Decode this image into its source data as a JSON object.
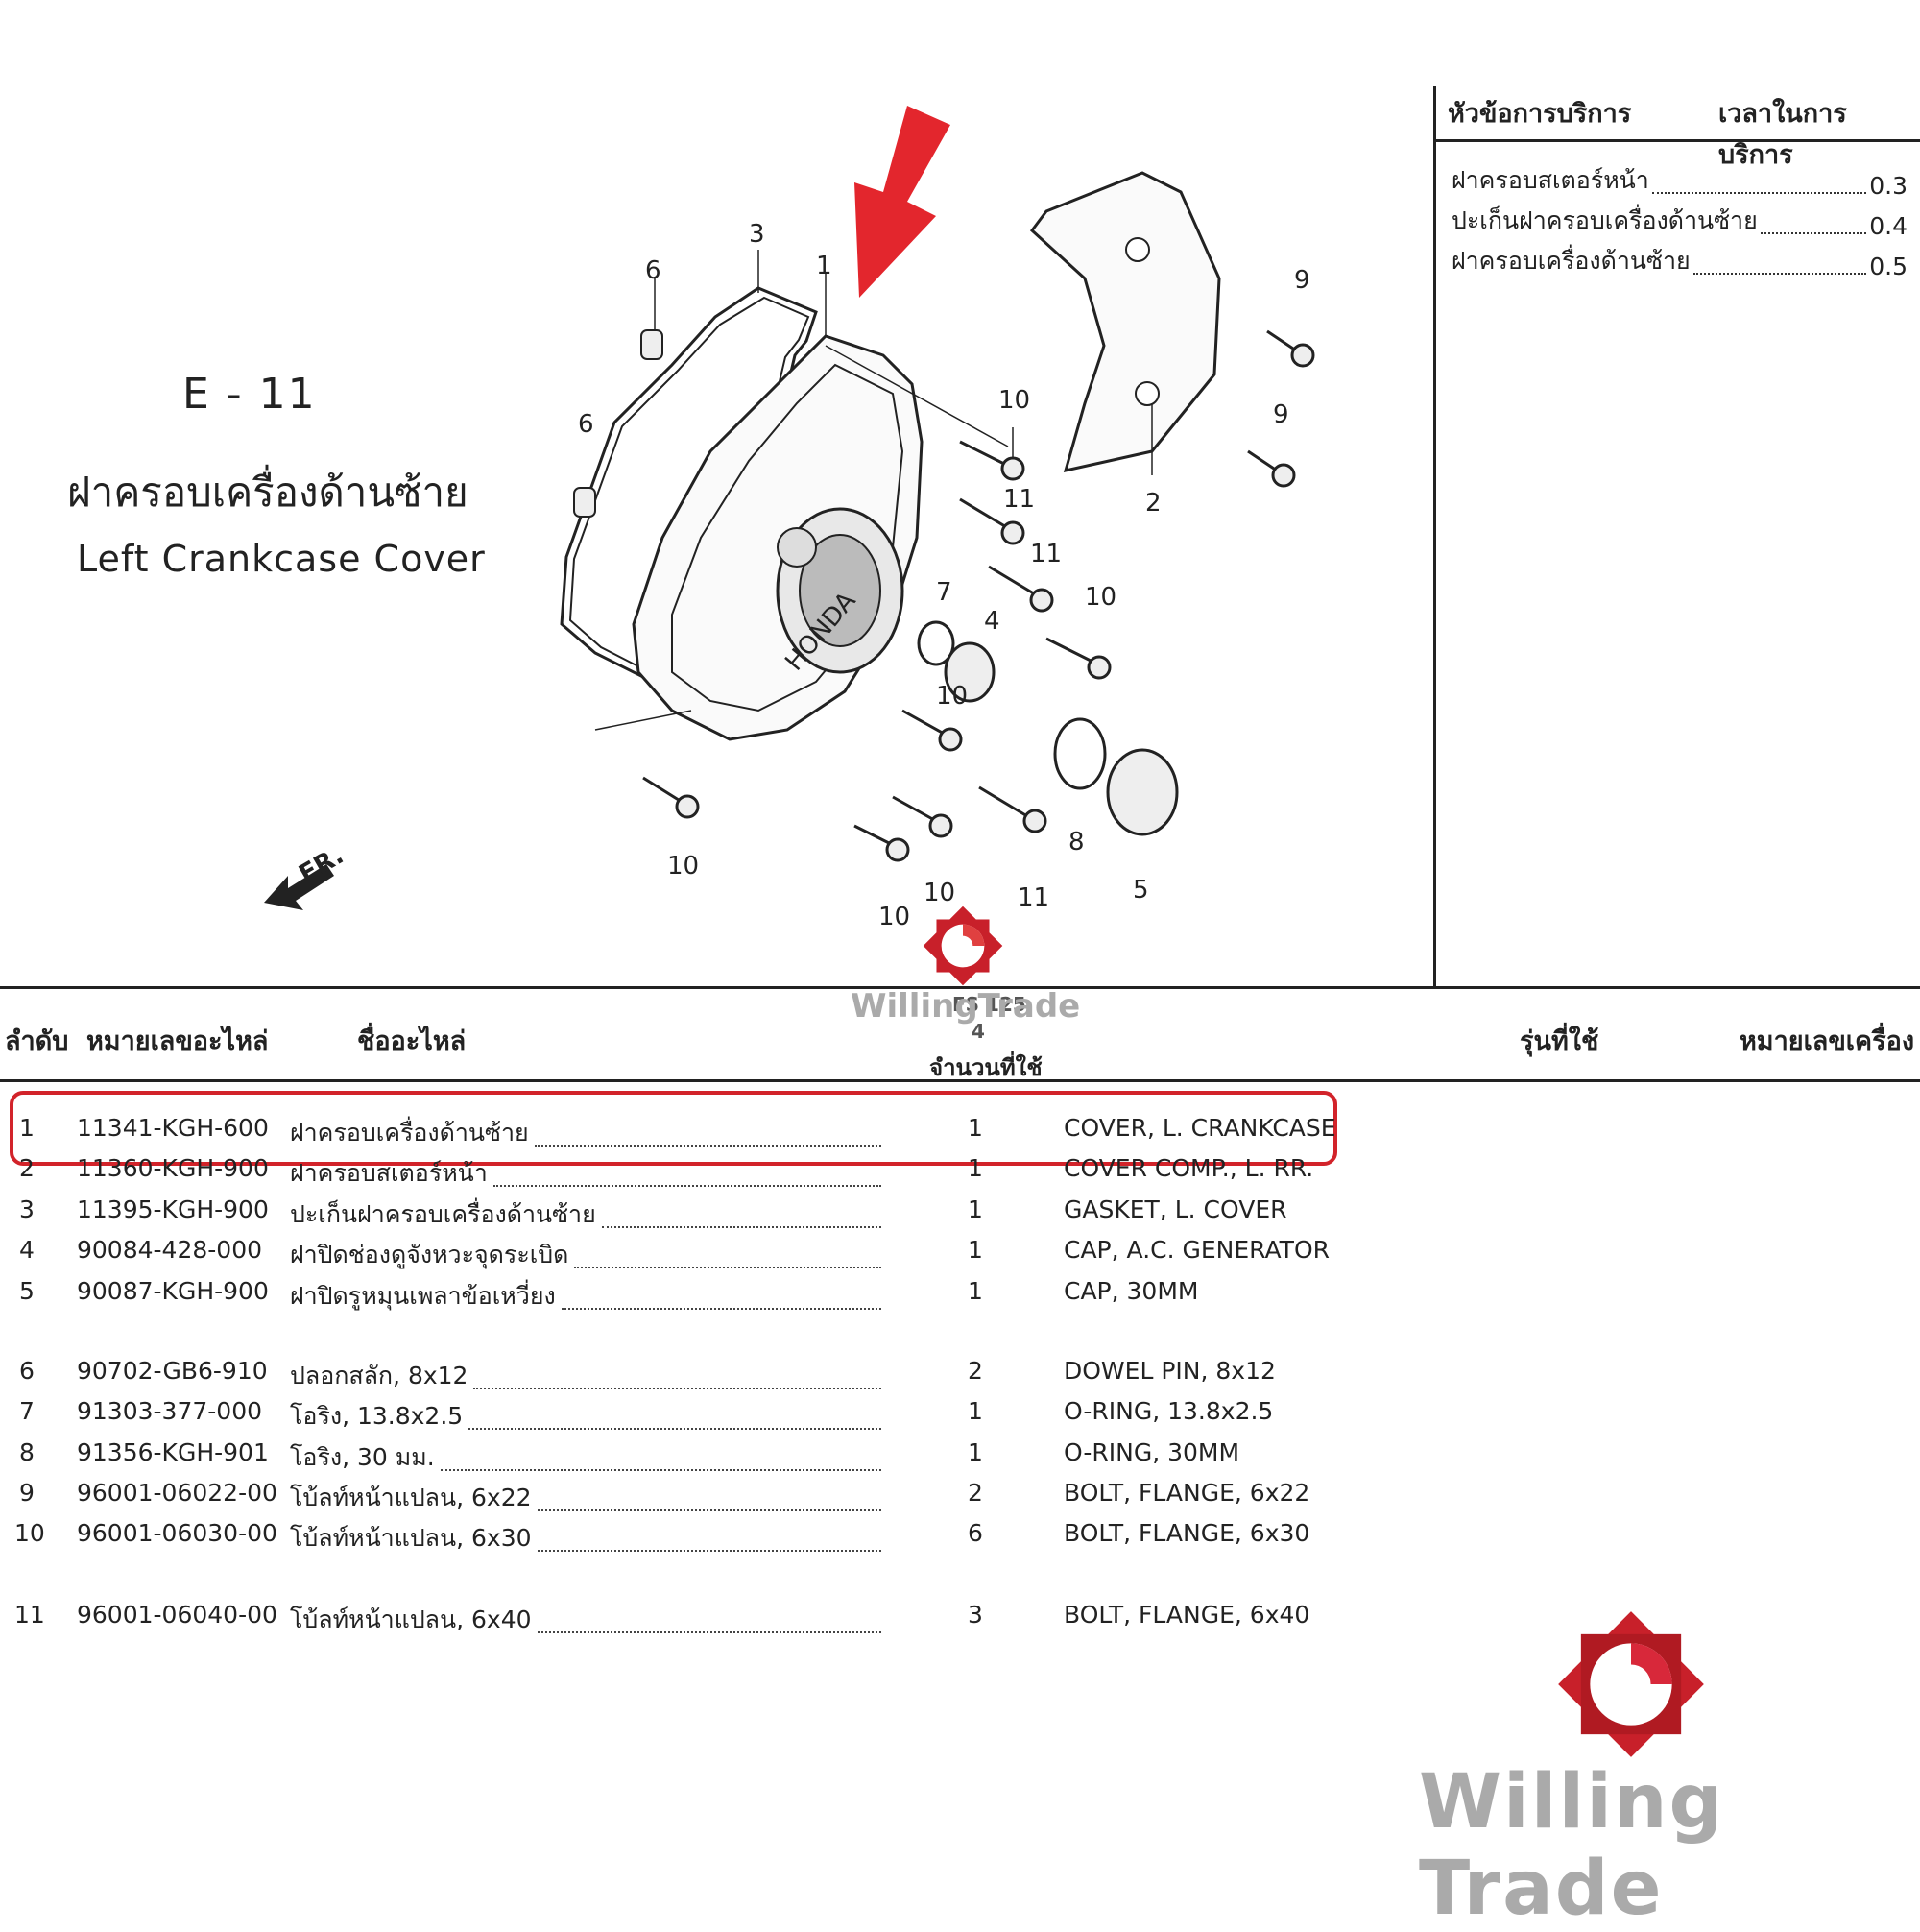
{
  "diagram": {
    "code": "E - 11",
    "title_th": "ฝาครอบเครื่องด้านซ้าย",
    "title_en": "Left Crankcase Cover",
    "front_label": "FR.",
    "cover_brand": "HONDA",
    "callouts": [
      "1",
      "2",
      "3",
      "4",
      "5",
      "6",
      "6",
      "7",
      "8",
      "9",
      "9",
      "10",
      "10",
      "10",
      "10",
      "10",
      "10",
      "11",
      "11",
      "11"
    ]
  },
  "service": {
    "header_item": "หัวข้อการบริการ",
    "header_time": "เวลาในการบริการ",
    "rows": [
      {
        "label": "ฝาครอบสเตอร์หน้า",
        "value": "0.3"
      },
      {
        "label": "ปะเก็นฝาครอบเครื่องด้านซ้าย",
        "value": "0.4"
      },
      {
        "label": "ฝาครอบเครื่องด้านซ้าย",
        "value": "0.5"
      }
    ]
  },
  "table": {
    "headers": {
      "no": "ลำดับ",
      "part_no": "หมายเลขอะไหล่",
      "name": "ชื่ออะไหล่",
      "model_code": "FS 125",
      "model_sub": "4",
      "qty": "จำนวนที่ใช้",
      "model": "รุ่นที่ใช้",
      "engine_no": "หมายเลขเครื่อง"
    },
    "rows": [
      {
        "no": "1",
        "part": "11341-KGH-600",
        "name": "ฝาครอบเครื่องด้านซ้าย",
        "qty": "1",
        "en": "COVER, L. CRANKCASE"
      },
      {
        "no": "2",
        "part": "11360-KGH-900",
        "name": "ฝาครอบสเตอร์หน้า",
        "qty": "1",
        "en": "COVER COMP., L. RR."
      },
      {
        "no": "3",
        "part": "11395-KGH-900",
        "name": "ปะเก็นฝาครอบเครื่องด้านซ้าย",
        "qty": "1",
        "en": "GASKET, L. COVER"
      },
      {
        "no": "4",
        "part": "90084-428-000",
        "name": "ฝาปิดช่องดูจังหวะจุดระเบิด",
        "qty": "1",
        "en": "CAP, A.C. GENERATOR"
      },
      {
        "no": "5",
        "part": "90087-KGH-900",
        "name": "ฝาปิดรูหมุนเพลาข้อเหวี่ยง",
        "qty": "1",
        "en": "CAP, 30MM"
      },
      {
        "no": "6",
        "part": "90702-GB6-910",
        "name": "ปลอกสลัก, 8x12",
        "qty": "2",
        "en": "DOWEL PIN, 8x12"
      },
      {
        "no": "7",
        "part": "91303-377-000",
        "name": "โอริง, 13.8x2.5",
        "qty": "1",
        "en": "O-RING, 13.8x2.5"
      },
      {
        "no": "8",
        "part": "91356-KGH-901",
        "name": "โอริง, 30 มม.",
        "qty": "1",
        "en": "O-RING, 30MM"
      },
      {
        "no": "9",
        "part": "96001-06022-00",
        "name": "โบ้ลท์หน้าแปลน, 6x22",
        "qty": "2",
        "en": "BOLT, FLANGE, 6x22"
      },
      {
        "no": "10",
        "part": "96001-06030-00",
        "name": "โบ้ลท์หน้าแปลน, 6x30",
        "qty": "6",
        "en": "BOLT, FLANGE, 6x30"
      },
      {
        "no": "11",
        "part": "96001-06040-00",
        "name": "โบ้ลท์หน้าแปลน, 6x40",
        "qty": "3",
        "en": "BOLT, FLANGE, 6x40"
      }
    ]
  },
  "watermark": {
    "small_text": "WillingTrade",
    "big_text": "Willing Trade"
  },
  "colors": {
    "highlight": "#d2232a",
    "arrow": "#e3262d",
    "logo": "#c8202a",
    "watermark_text": "#aaaaaa"
  }
}
